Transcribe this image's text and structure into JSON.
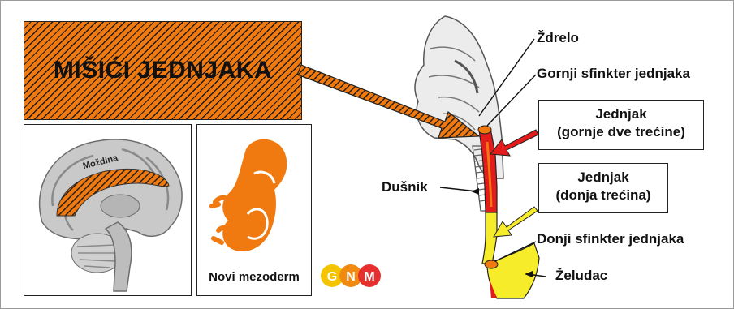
{
  "title": "MIŠIĆI JEDNJAKA",
  "brain_label": "Moždina",
  "embryo_label": "Novi mezoderm",
  "logo_letters": [
    "G",
    "N",
    "M"
  ],
  "labels": {
    "pharynx": "Ždrelo",
    "upper_sphincter": "Gornji sfinkter jednjaka",
    "trachea": "Dušnik",
    "lower_sphincter": "Donji sfinkter jednjaka",
    "stomach": "Želudac"
  },
  "boxes": {
    "upper": {
      "line1": "Jednjak",
      "line2": "(gornje dve trećine)"
    },
    "lower": {
      "line1": "Jednjak",
      "line2": "(donja trećina)"
    }
  },
  "colors": {
    "orange": "#f07a10",
    "red": "#e31b1b",
    "yellow": "#f7ec2a",
    "logo_yellow": "#f5c400",
    "logo_orange": "#f08a10",
    "logo_red": "#e53030"
  }
}
